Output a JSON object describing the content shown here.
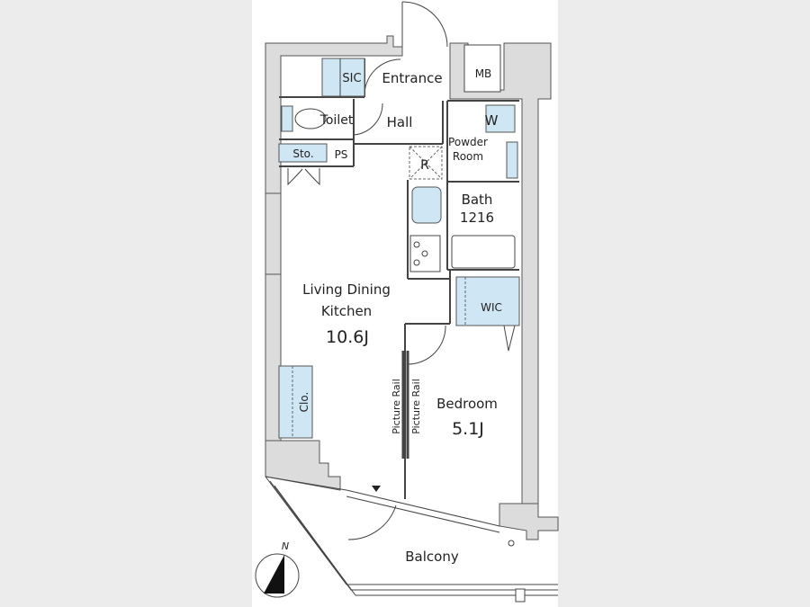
{
  "rooms": {
    "sic": "SIC",
    "entrance": "Entrance",
    "mb": "MB",
    "toilet": "Toilet",
    "hall": "Hall",
    "storage": "Sto.",
    "ps": "PS",
    "refrigerator": "R",
    "powder_room_line1": "Powder",
    "powder_room_line2": "Room",
    "washer": "W",
    "bath": "Bath",
    "bath_size": "1216",
    "wic": "WIC",
    "ldk_line1": "Living Dining",
    "ldk_line2": "Kitchen",
    "ldk_size": "10.6J",
    "closet": "Clo.",
    "picture_rail_left": "Picture Rail",
    "picture_rail_right": "Picture Rail",
    "bedroom": "Bedroom",
    "bedroom_size": "5.1J",
    "balcony": "Balcony"
  },
  "compass": {
    "north": "N",
    "icon": "north-arrow-icon"
  },
  "colors": {
    "storage_fill": "#cfe6f4",
    "wall_fill": "#dcdcdc",
    "margin": "#ececec"
  }
}
